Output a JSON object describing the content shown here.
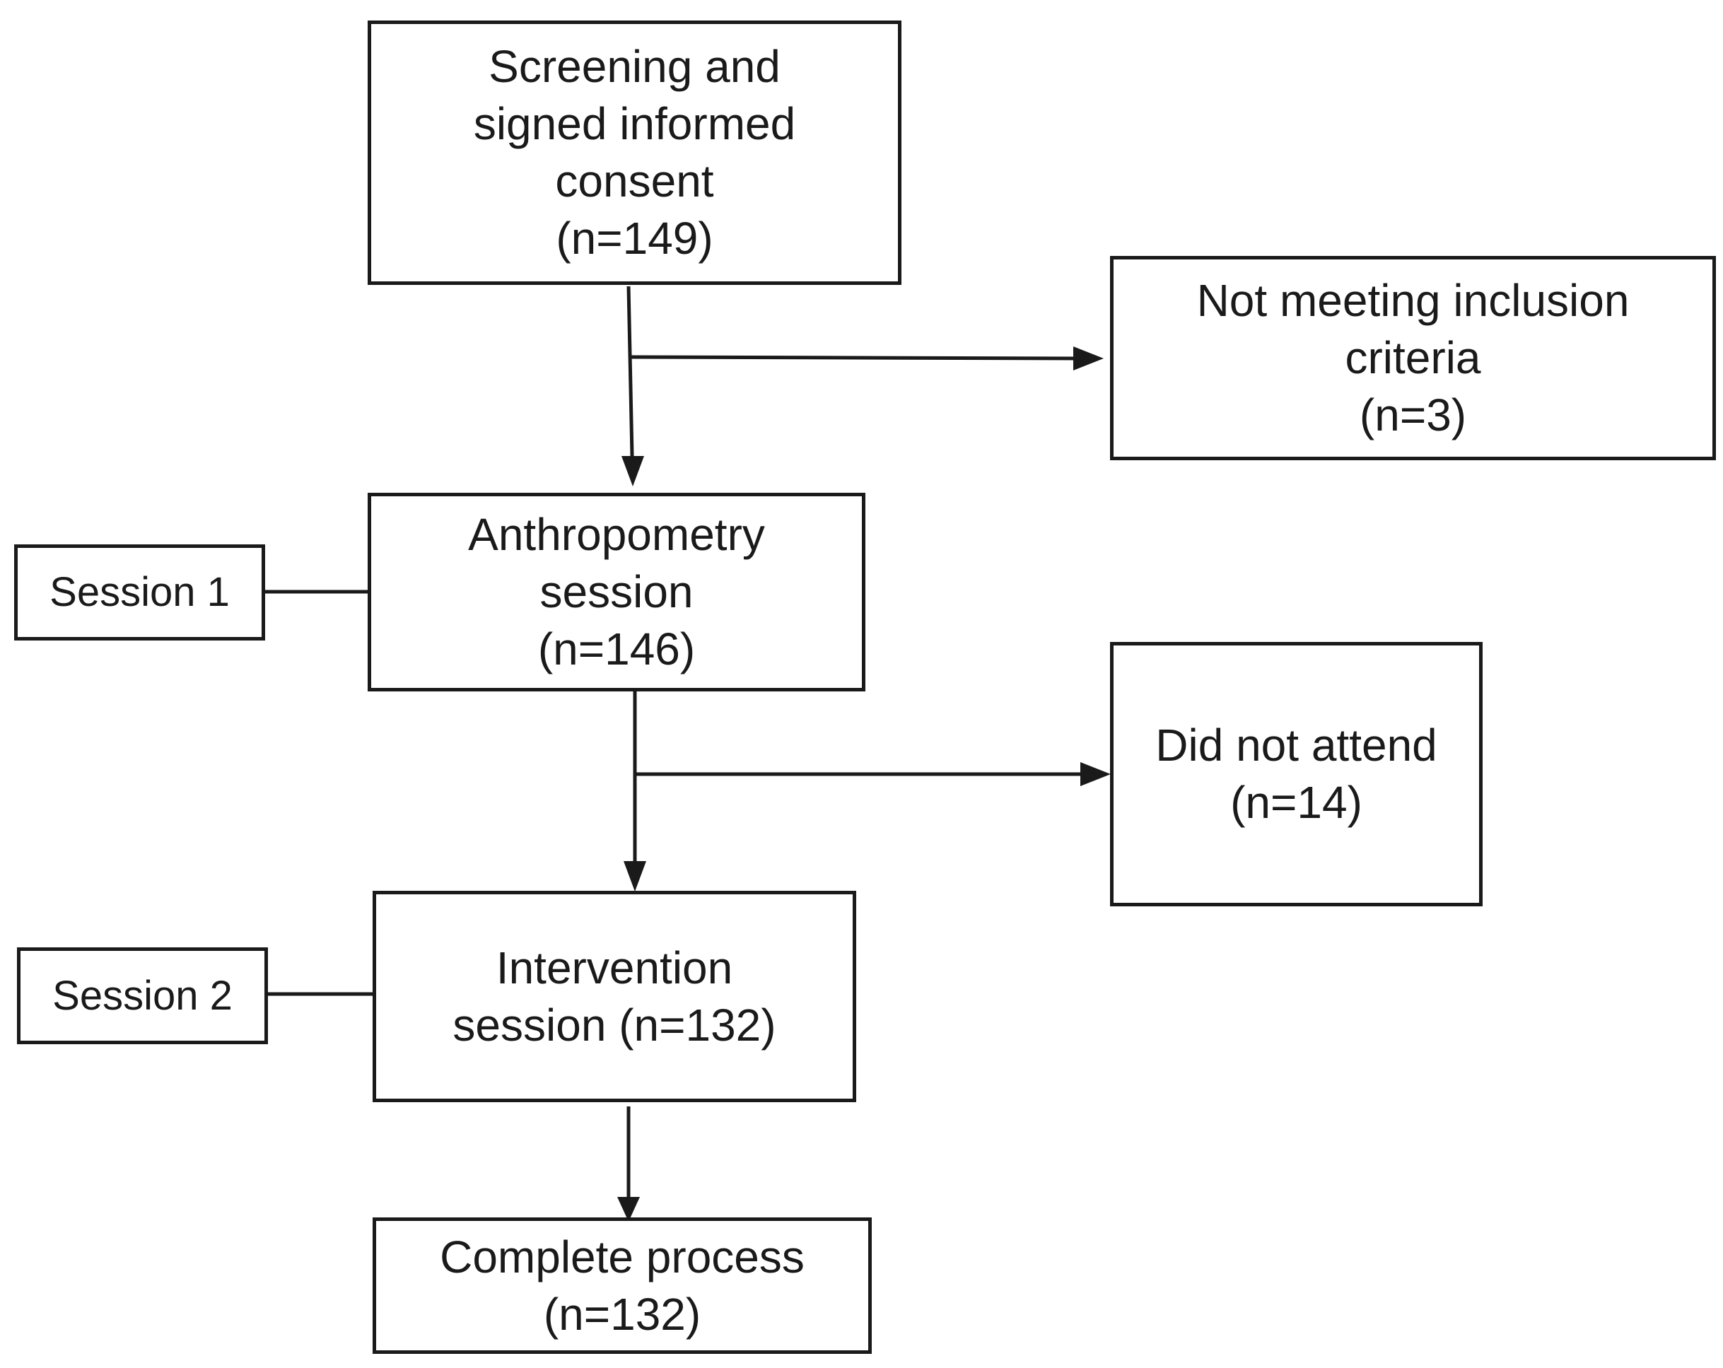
{
  "flowchart": {
    "screening": {
      "lines": [
        "Screening and",
        "signed informed",
        "consent",
        "(n=149)"
      ]
    },
    "excluded": {
      "lines": [
        "Not meeting inclusion",
        "criteria",
        "(n=3)"
      ]
    },
    "anthropometry": {
      "lines": [
        "Anthropometry",
        "session",
        "(n=146)"
      ]
    },
    "did_not_attend": {
      "lines": [
        "Did not attend",
        "(n=14)"
      ]
    },
    "intervention": {
      "lines": [
        "Intervention",
        "session (n=132)"
      ]
    },
    "complete": {
      "lines": [
        "Complete process",
        "(n=132)"
      ]
    },
    "session1": {
      "label": "Session 1"
    },
    "session2": {
      "label": "Session 2"
    }
  }
}
